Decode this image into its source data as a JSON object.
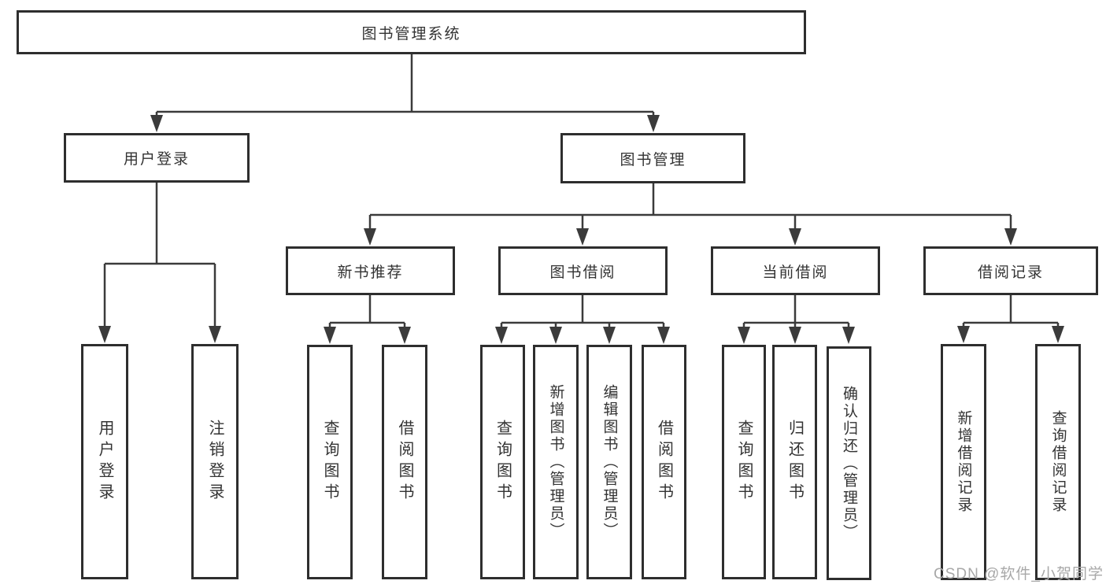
{
  "diagram": {
    "root": "图书管理系统",
    "branches": {
      "user_login": {
        "label": "用户登录",
        "children": [
          "用户登录",
          "注销登录"
        ]
      },
      "book_management": {
        "label": "图书管理",
        "sections": [
          {
            "label": "新书推荐",
            "children": [
              "查询图书",
              "借阅图书"
            ]
          },
          {
            "label": "图书借阅",
            "children": [
              "查询图书",
              "新增图书（管理员）",
              "编辑图书（管理员）",
              "借阅图书"
            ]
          },
          {
            "label": "当前借阅",
            "children": [
              "查询图书",
              "归还图书",
              "确认归还（管理员）"
            ]
          },
          {
            "label": "借阅记录",
            "children": [
              "新增借阅记录",
              "查询借阅记录"
            ]
          }
        ]
      }
    },
    "colors": {
      "line": "#3b3b3b",
      "box_border": "#2e2e2e",
      "text": "#333333",
      "watermark": "#a8a8a8",
      "background": "#ffffff"
    }
  },
  "watermark": "CSDN @软件_小贺同学"
}
